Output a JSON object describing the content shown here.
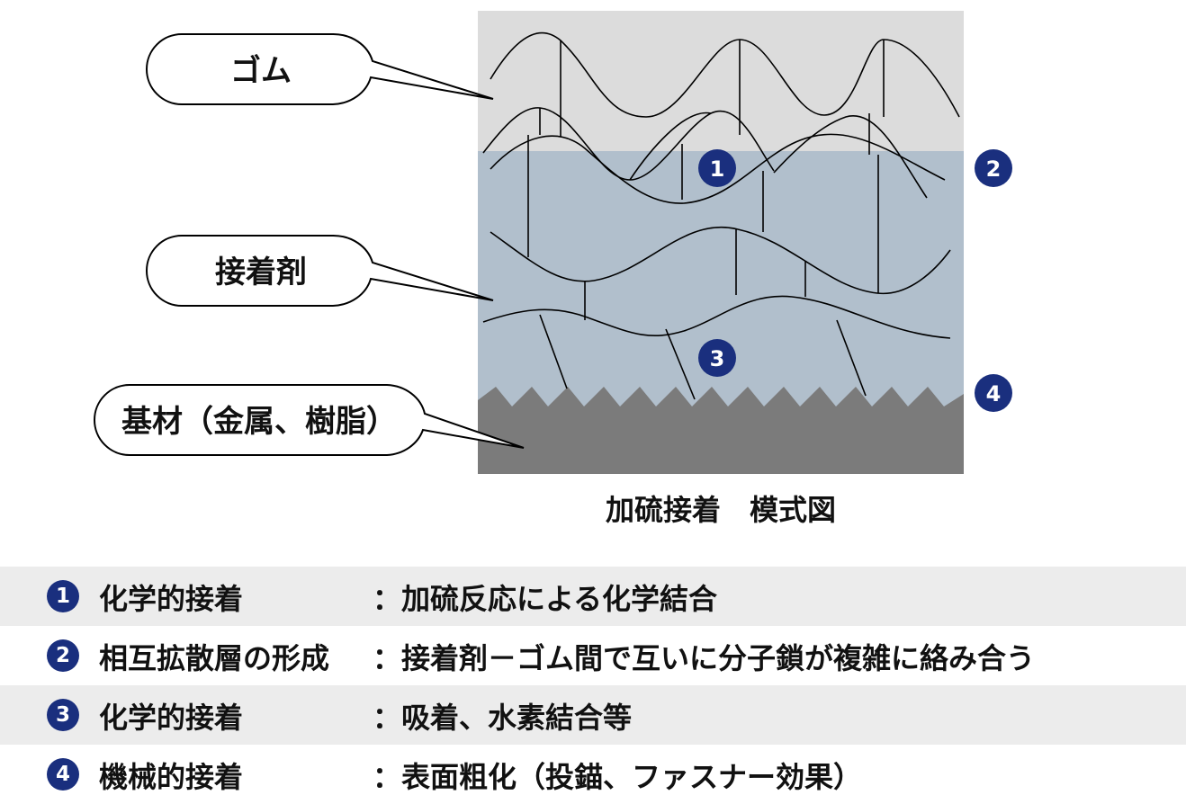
{
  "callouts": {
    "rubber": "ゴム",
    "adhesive": "接着剤",
    "substrate": "基材（金属、樹脂）"
  },
  "markers": [
    "1",
    "2",
    "3",
    "4"
  ],
  "caption": "加硫接着　模式図",
  "legend": [
    {
      "num": "1",
      "term": "化学的接着",
      "desc": "：加硫反応による化学結合"
    },
    {
      "num": "2",
      "term": "相互拡散層の形成",
      "desc": "：接着剤－ゴム間で互いに分子鎖が複雑に絡み合う"
    },
    {
      "num": "3",
      "term": "化学的接着",
      "desc": "：吸着、水素結合等"
    },
    {
      "num": "4",
      "term": "機械的接着",
      "desc": "：表面粗化（投錨、ファスナー効果）"
    }
  ],
  "colors": {
    "rubber_layer": "#dcdcdc",
    "adhesive_layer": "#b1bfcc",
    "substrate": "#7b7b7b",
    "badge": "#1a2f7e",
    "legend_shade": "#ececec"
  }
}
